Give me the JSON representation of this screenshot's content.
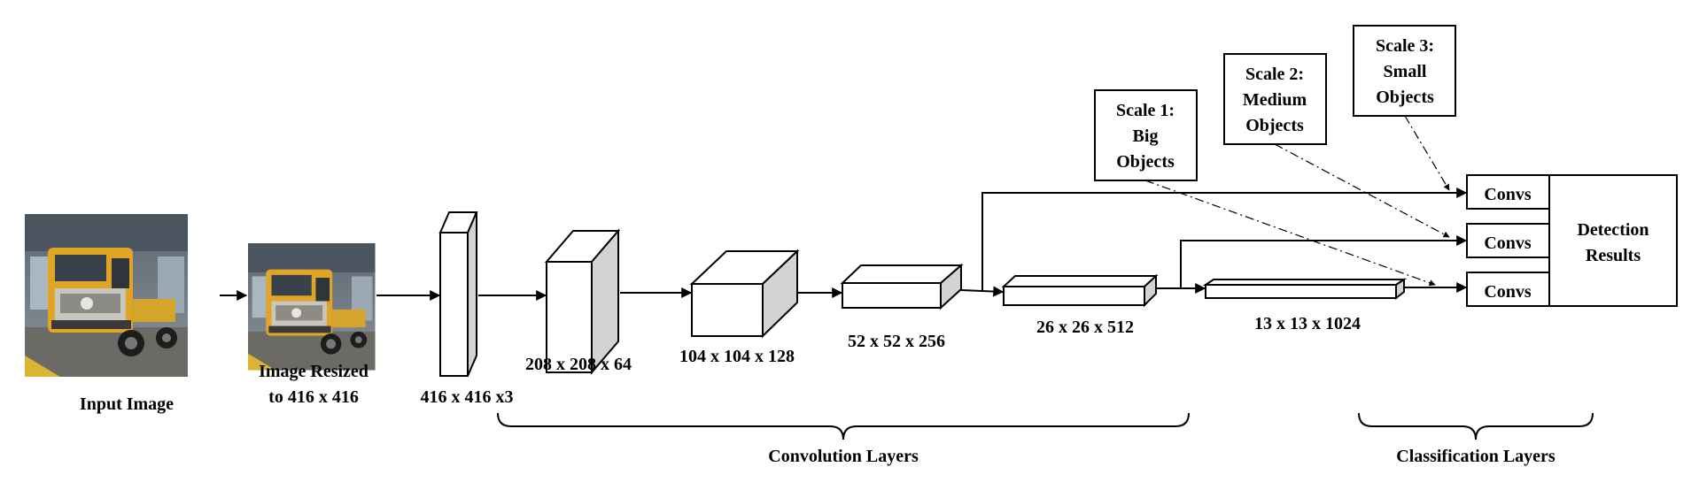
{
  "input_image": {
    "label": "Input Image",
    "content": "orange and grey semi truck cab in a warehouse"
  },
  "resized_image": {
    "label_line1": "Image Resized",
    "label_line2": "to 416 x 416"
  },
  "layers": {
    "input_tensor": "416 x 416 x3",
    "conv1": "208 x 208 x 64",
    "conv2": "104 x 104 x 128",
    "conv3": "52 x 52 x 256",
    "conv4": "26 x 26 x 512",
    "conv5": "13 x 13 x 1024"
  },
  "scales": [
    {
      "line1": "Scale 1:",
      "line2": "Big",
      "line3": "Objects"
    },
    {
      "line1": "Scale 2:",
      "line2": "Medium",
      "line3": "Objects"
    },
    {
      "line1": "Scale 3:",
      "line2": "Small",
      "line3": "Objects"
    }
  ],
  "convs": [
    "Convs",
    "Convs",
    "Convs"
  ],
  "detection": {
    "line1": "Detection",
    "line2": "Results"
  },
  "groups": {
    "convolution": "Convolution Layers",
    "classification": "Classification Layers"
  },
  "colors": {
    "stroke": "#000000",
    "box_front": "#ffffff",
    "box_side": "#d3d3d3",
    "truck_cab": "#e0a526"
  }
}
